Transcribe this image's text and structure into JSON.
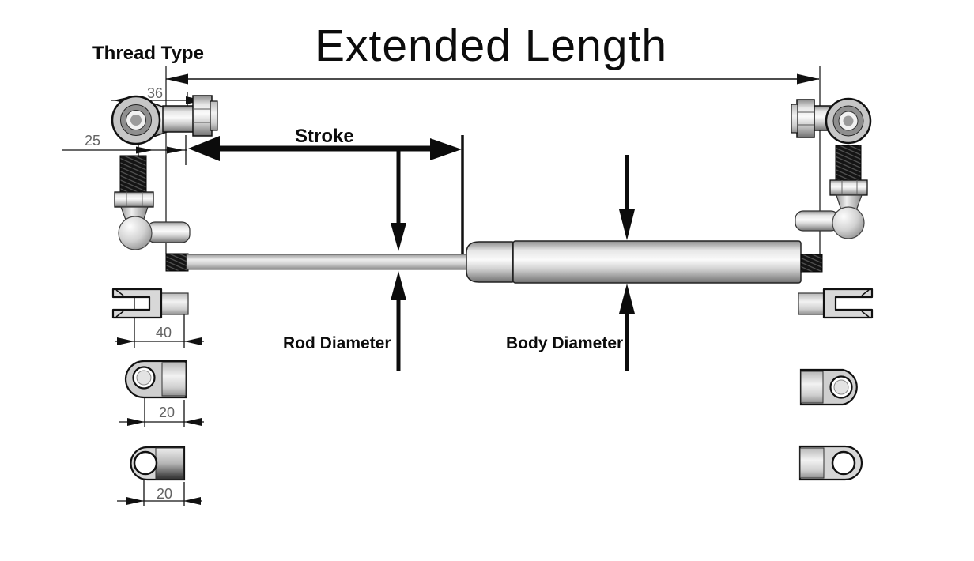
{
  "diagram": {
    "title": "Extended Length",
    "labels": {
      "thread_type": "Thread Type",
      "stroke": "Stroke",
      "rod_diameter": "Rod Diameter",
      "body_diameter": "Body Diameter"
    },
    "dimensions": {
      "rod_end_width": "36",
      "thread_offset": "25",
      "clevis_length": "40",
      "flat_eyelet_length": "20",
      "round_eyelet_length": "20"
    },
    "parts": {
      "main": [
        "gas-spring-rod",
        "gas-spring-body"
      ],
      "left_fittings": [
        "rod-end-ball-joint",
        "ball-stud-socket",
        "clevis-fork",
        "flat-eyelet",
        "round-eyelet"
      ],
      "right_fittings": [
        "rod-end-ball-joint",
        "ball-stud-socket",
        "clevis-fork",
        "flat-eyelet",
        "round-eyelet"
      ]
    },
    "colors": {
      "background": "#ffffff",
      "line": "#111111",
      "dim_text": "#636363",
      "metal_light": "#f7f7f7",
      "metal_mid": "#c9c9c9",
      "metal_dark": "#757575",
      "thread": "#141414"
    }
  }
}
